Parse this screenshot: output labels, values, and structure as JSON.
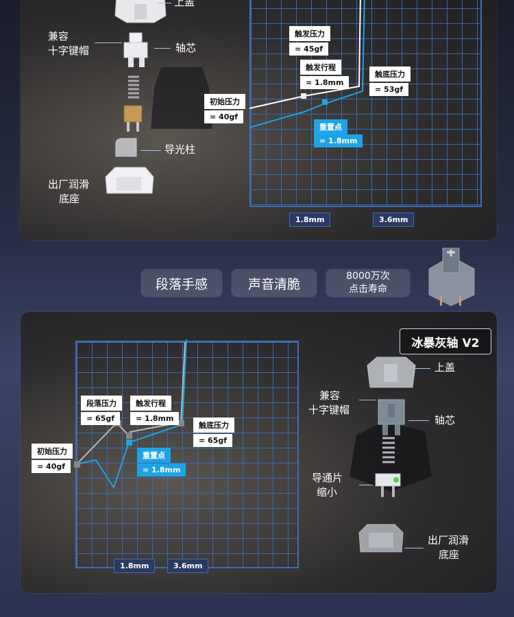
{
  "top_section": {
    "parts": {
      "top_cover": "上盖",
      "compat_line1": "兼容",
      "compat_line2": "十字键帽",
      "stem": "轴芯",
      "light_guide": "导光柱",
      "base_line1": "出厂润滑",
      "base_line2": "底座"
    },
    "chart": {
      "trigger_force_label": "触发压力",
      "trigger_force_value": "= 45gf",
      "trigger_travel_label": "触发行程",
      "trigger_travel_value": "= 1.8mm",
      "bottom_force_label": "触底压力",
      "bottom_force_value": "= 53gf",
      "initial_force_label": "初始压力",
      "initial_force_value": "= 40gf",
      "reset_label": "重置点",
      "reset_value": "= 1.8mm",
      "x_tick1": "1.8mm",
      "x_tick2": "3.6mm"
    }
  },
  "features": {
    "f1": "段落手感",
    "f2": "声音清脆",
    "f3_line1": "8000万次",
    "f3_line2": "点击寿命"
  },
  "bottom_section": {
    "title": "冰暴灰轴 V2",
    "parts": {
      "top_cover": "上盖",
      "compat_line1": "兼容",
      "compat_line2": "十字键帽",
      "stem": "轴芯",
      "lead_line1": "导通片",
      "lead_line2": "缩小",
      "base_line1": "出厂润滑",
      "base_line2": "底座"
    },
    "chart": {
      "tactile_force_label": "段落压力",
      "tactile_force_value": "= 65gf",
      "trigger_travel_label": "触发行程",
      "trigger_travel_value": "= 1.8mm",
      "bottom_force_label": "触底压力",
      "bottom_force_value": "= 65gf",
      "initial_force_label": "初始压力",
      "initial_force_value": "= 40gf",
      "reset_label": "重置点",
      "reset_value": "= 1.8mm",
      "x_tick1": "1.8mm",
      "x_tick2": "3.6mm"
    }
  },
  "colors": {
    "grid": "#3c6ab0",
    "press_curve": "#ffffff",
    "release_curve": "#1fa3e6",
    "tag_blue": "#1fa3e6"
  }
}
